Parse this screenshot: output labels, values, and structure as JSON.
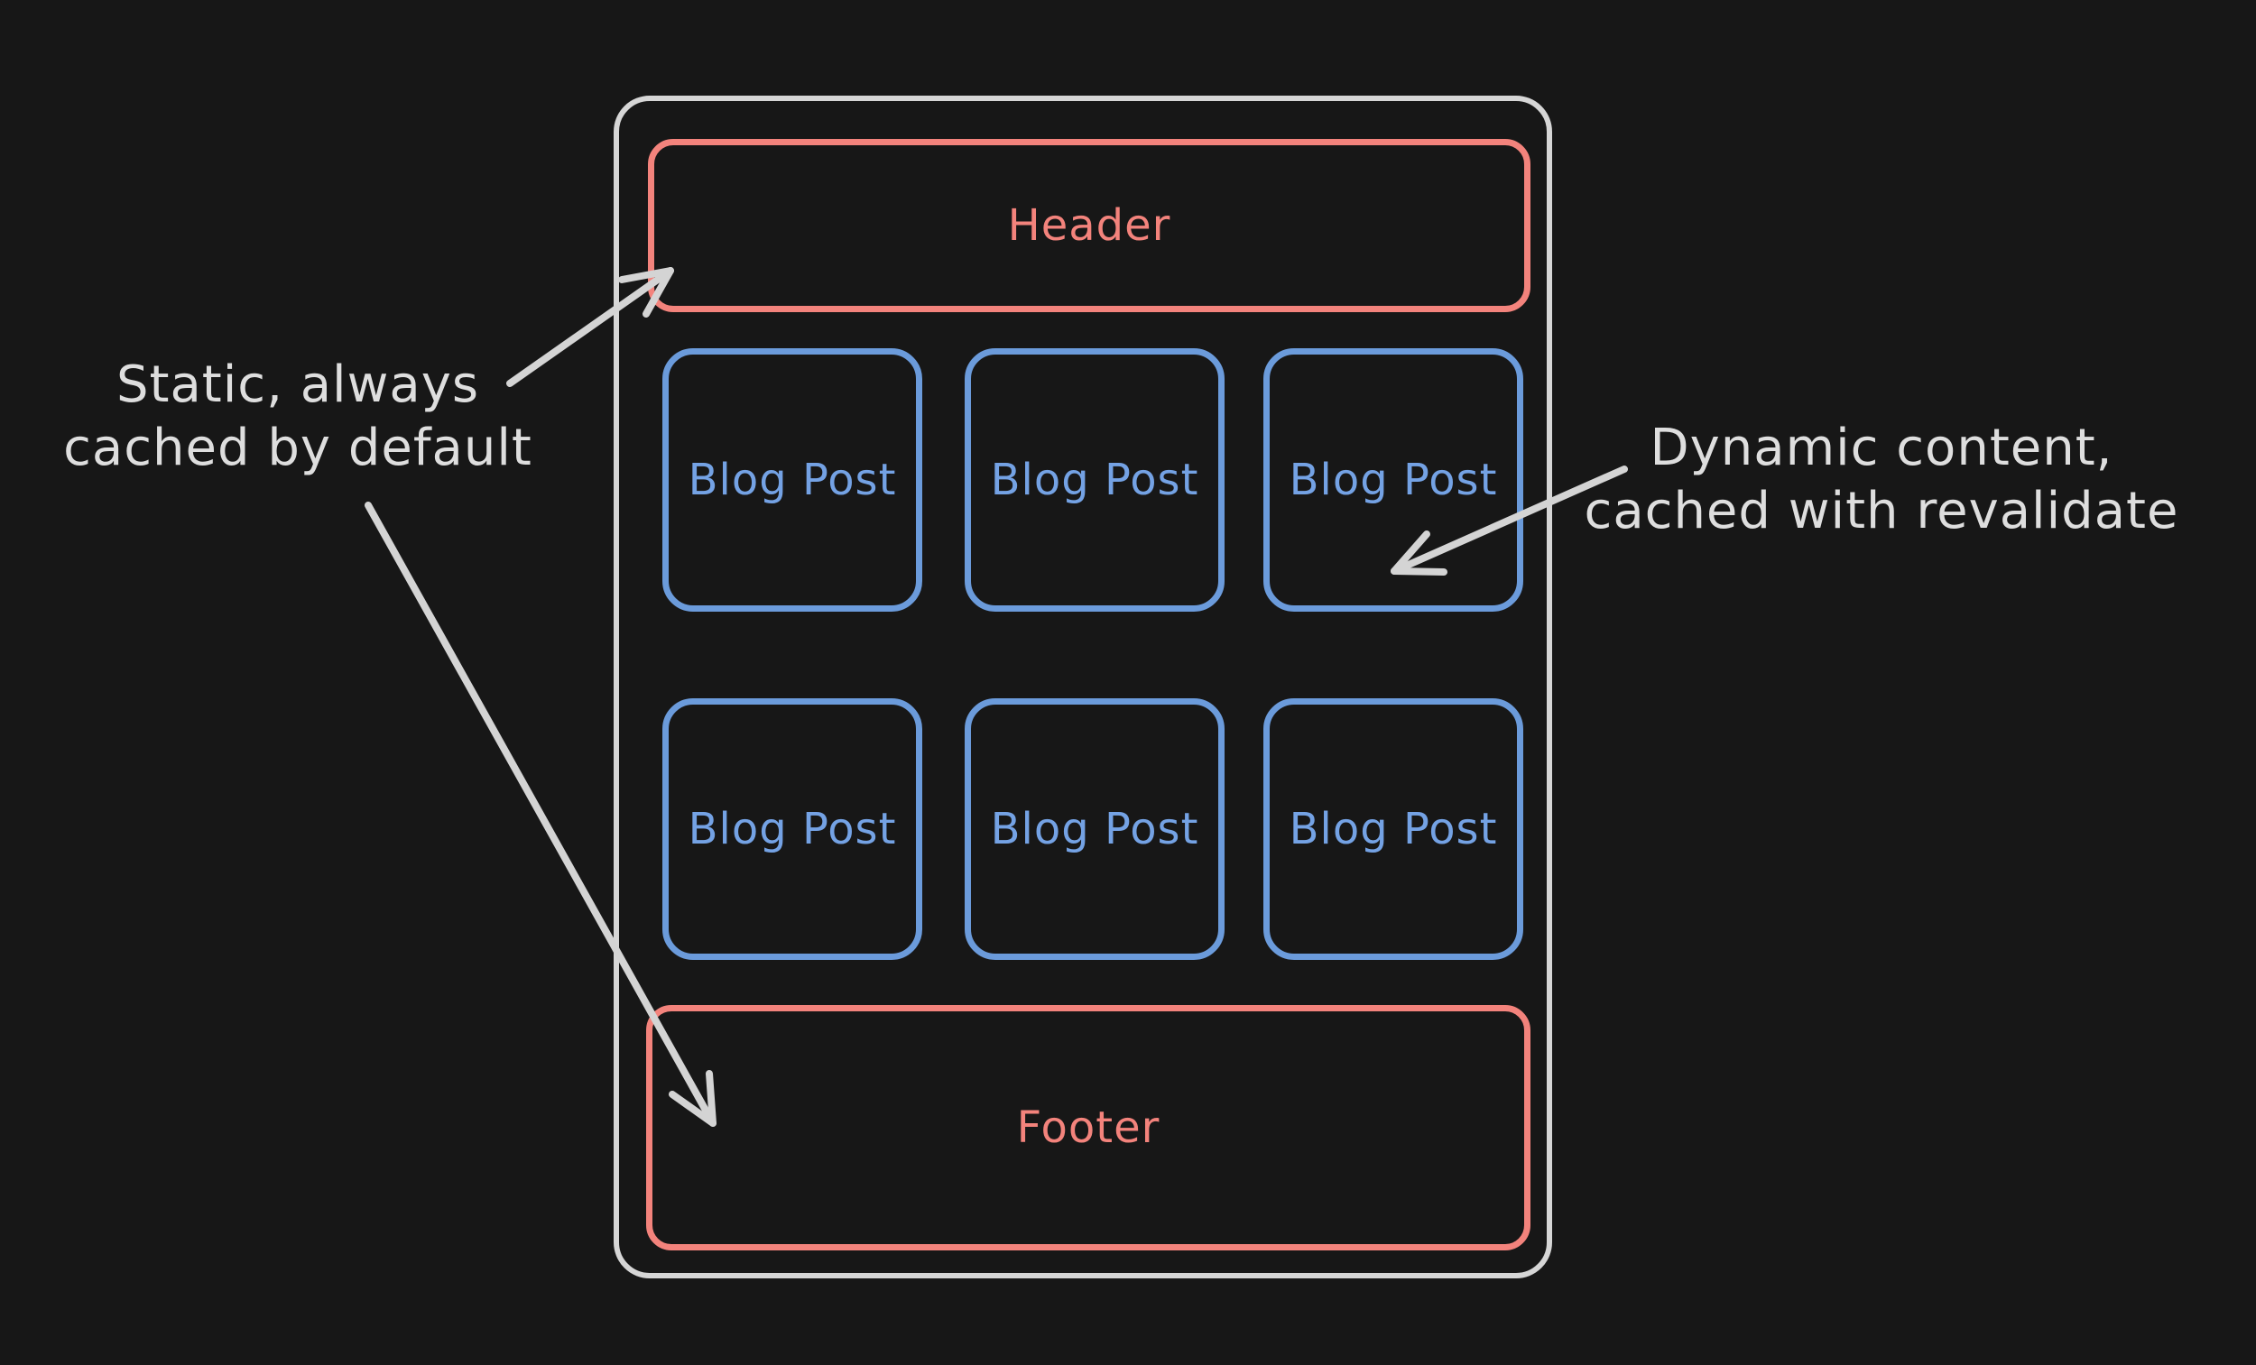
{
  "colors": {
    "background": "#171717",
    "page_border": "#d6d6d6",
    "static_accent": "#f3837c",
    "dynamic_accent": "#6b9bdb",
    "dynamic_text": "#74a2e4",
    "annotation_text": "#dedede",
    "arrow": "#d4d4d4"
  },
  "page_mock": {
    "header_label": "Header",
    "footer_label": "Footer",
    "blog_cells": [
      {
        "label": "Blog Post"
      },
      {
        "label": "Blog Post"
      },
      {
        "label": "Blog Post"
      },
      {
        "label": "Blog Post"
      },
      {
        "label": "Blog Post"
      },
      {
        "label": "Blog Post"
      }
    ]
  },
  "annotations": {
    "static_note": {
      "line1": "Static, always",
      "line2": "cached by default"
    },
    "dynamic_note": {
      "line1": "Dynamic content,",
      "line2": "cached with revalidate"
    }
  }
}
